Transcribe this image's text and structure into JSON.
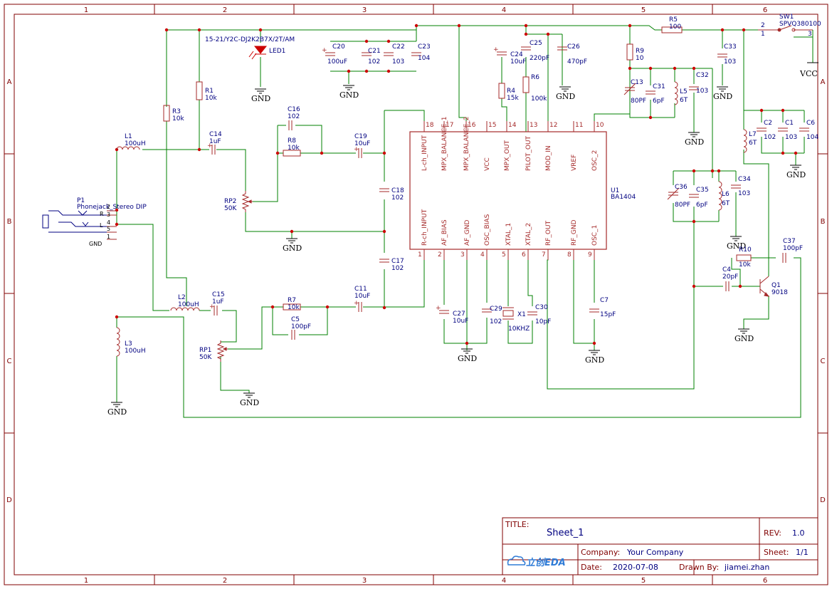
{
  "border": {
    "cols": [
      "1",
      "2",
      "3",
      "4",
      "5",
      "6"
    ],
    "rows": [
      "A",
      "B",
      "C",
      "D"
    ]
  },
  "title_block": {
    "title_label": "TITLE:",
    "title": "Sheet_1",
    "rev_label": "REV:",
    "rev": "1.0",
    "company_label": "Company:",
    "company": "Your Company",
    "sheet_label": "Sheet:",
    "sheet": "1/1",
    "date_label": "Date:",
    "date": "2020-07-08",
    "drawn_label": "Drawn By:",
    "drawn": "jiamei.zhan",
    "logo": "立创EDA"
  },
  "ic": {
    "ref": "U1",
    "value": "BA1404",
    "top_pins": [
      {
        "num": "18",
        "name": "L-ch_INPUT"
      },
      {
        "num": "17",
        "name": "MPX_BALANCE_1"
      },
      {
        "num": "16",
        "name": "MPX_BALANCE_2"
      },
      {
        "num": "15",
        "name": "VCC"
      },
      {
        "num": "14",
        "name": "MPX_OUT"
      },
      {
        "num": "13",
        "name": "PILOT_OUT"
      },
      {
        "num": "12",
        "name": "MOD_IN"
      },
      {
        "num": "11",
        "name": "VREF"
      },
      {
        "num": "10",
        "name": "OSC_2"
      }
    ],
    "bottom_pins": [
      {
        "num": "1",
        "name": "R-ch_INPUT"
      },
      {
        "num": "2",
        "name": "AF_BIAS"
      },
      {
        "num": "3",
        "name": "AF_GND"
      },
      {
        "num": "4",
        "name": "OSC_BIAS"
      },
      {
        "num": "5",
        "name": "XTAL_1"
      },
      {
        "num": "6",
        "name": "XTAL_2"
      },
      {
        "num": "7",
        "name": "RF_OUT"
      },
      {
        "num": "8",
        "name": "RF_GND"
      },
      {
        "num": "9",
        "name": "OSC_1"
      }
    ]
  },
  "labels": {
    "led_part": "15-21/Y2C-DJ2K2B7X/2T/AM",
    "led_ref": "LED1",
    "p1_ref": "P1",
    "p1_value": "Phonejack_Stereo DIP",
    "p1_pin_r": "R",
    "p1_pin_l": "L",
    "p1_gnd": "GND",
    "p1_n1": "1",
    "p1_n2": "2",
    "p1_n3": "3",
    "p1_n4": "4",
    "p1_n5": "5",
    "sw_ref": "SW1",
    "sw_value": "SPVQ380100",
    "sw_n1": "1",
    "sw_n2": "2",
    "sw_n3": "3",
    "vcc": "VCC",
    "gnd": "GND",
    "q1_ref": "Q1",
    "q1_value": "9018",
    "x1_ref": "X1",
    "x1_value": "10KHZ",
    "rp1_ref": "RP1",
    "rp1_value": "50K",
    "rp2_ref": "RP2",
    "rp2_value": "50K"
  },
  "components": {
    "r1": {
      "ref": "R1",
      "value": "10k"
    },
    "r3": {
      "ref": "R3",
      "value": "10k"
    },
    "r4": {
      "ref": "R4",
      "value": "15k"
    },
    "r5": {
      "ref": "R5",
      "value": "100"
    },
    "r6": {
      "ref": "R6",
      "value": "100k"
    },
    "r7": {
      "ref": "R7",
      "value": "10k"
    },
    "r8": {
      "ref": "R8",
      "value": "10k"
    },
    "r9": {
      "ref": "R9",
      "value": "10"
    },
    "r10": {
      "ref": "R10",
      "value": "10k"
    },
    "l1": {
      "ref": "L1",
      "value": "100uH"
    },
    "l2": {
      "ref": "L2",
      "value": "100uH"
    },
    "l3": {
      "ref": "L3",
      "value": "100uH"
    },
    "l5": {
      "ref": "L5",
      "value": "6T"
    },
    "l6": {
      "ref": "L6",
      "value": "6T"
    },
    "l7": {
      "ref": "L7",
      "value": "6T"
    },
    "c1": {
      "ref": "C1",
      "value": "103"
    },
    "c2": {
      "ref": "C2",
      "value": "102"
    },
    "c4": {
      "ref": "C4",
      "value": "20pF"
    },
    "c5": {
      "ref": "C5",
      "value": "100pF"
    },
    "c6": {
      "ref": "C6",
      "value": "104"
    },
    "c7": {
      "ref": "C7",
      "value": "15pF"
    },
    "c11": {
      "ref": "C11",
      "value": "10uF"
    },
    "c13": {
      "ref": "C13",
      "value": "80PF"
    },
    "c14": {
      "ref": "C14",
      "value": "1uF"
    },
    "c15": {
      "ref": "C15",
      "value": "1uF"
    },
    "c16": {
      "ref": "C16",
      "value": "102"
    },
    "c17": {
      "ref": "C17",
      "value": "102"
    },
    "c18": {
      "ref": "C18",
      "value": "102"
    },
    "c19": {
      "ref": "C19",
      "value": "10uF"
    },
    "c20": {
      "ref": "C20",
      "value": "100uF"
    },
    "c21": {
      "ref": "C21",
      "value": "102"
    },
    "c22": {
      "ref": "C22",
      "value": "103"
    },
    "c23": {
      "ref": "C23",
      "value": "104"
    },
    "c24": {
      "ref": "C24",
      "value": "10uF"
    },
    "c25": {
      "ref": "C25",
      "value": "220pF"
    },
    "c26": {
      "ref": "C26",
      "value": "470pF"
    },
    "c27": {
      "ref": "C27",
      "value": "10uF"
    },
    "c29": {
      "ref": "C29",
      "value": "102"
    },
    "c30": {
      "ref": "C30",
      "value": "10pF"
    },
    "c31": {
      "ref": "C31",
      "value": "6pF"
    },
    "c32": {
      "ref": "C32",
      "value": "103"
    },
    "c33": {
      "ref": "C33",
      "value": "103"
    },
    "c34": {
      "ref": "C34",
      "value": "103"
    },
    "c35": {
      "ref": "C35",
      "value": "6pF"
    },
    "c36": {
      "ref": "C36",
      "value": "80PF"
    },
    "c37": {
      "ref": "C37",
      "value": "100pF"
    }
  },
  "colors": {
    "wire": "#008000",
    "part": "#a52a2a",
    "text": "#000080",
    "border": "#800000",
    "junction": "#cc0000",
    "logo": "#2e7bd6"
  }
}
